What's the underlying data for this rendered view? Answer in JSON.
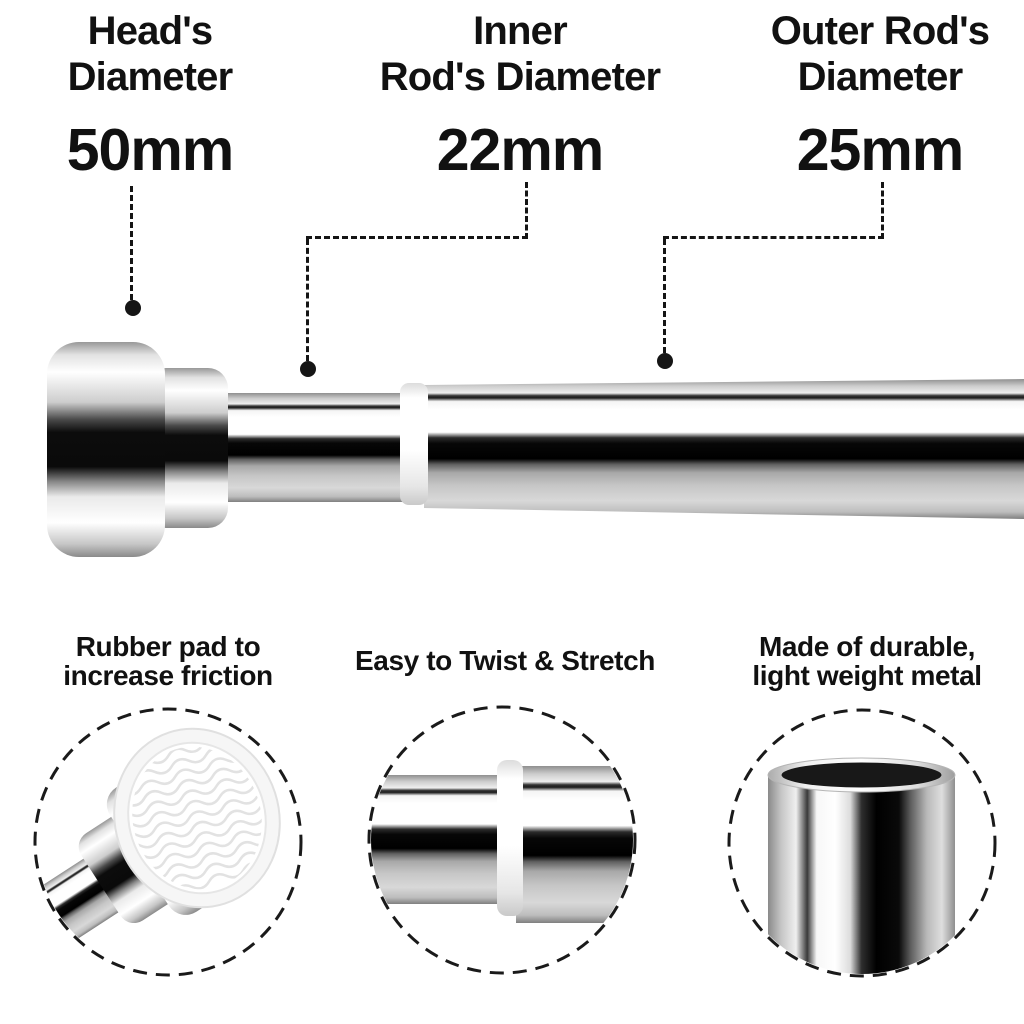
{
  "colors": {
    "background": "#ffffff",
    "text": "#111111",
    "callout_line": "#151515"
  },
  "measurements": [
    {
      "id": "head",
      "line1": "Head's",
      "line2": "Diameter",
      "value": "50mm"
    },
    {
      "id": "inner-rod",
      "line1": "Inner",
      "line2": "Rod's Diameter",
      "value": "22mm"
    },
    {
      "id": "outer-rod",
      "line1": "Outer Rod's",
      "line2": "Diameter",
      "value": "25mm"
    }
  ],
  "features": [
    {
      "id": "rubber-pad",
      "line1": "Rubber pad to",
      "line2": "increase friction"
    },
    {
      "id": "twist-stretch",
      "line1": "Easy to Twist & Stretch",
      "line2": ""
    },
    {
      "id": "metal",
      "line1": "Made of durable,",
      "line2": "light weight metal"
    }
  ]
}
